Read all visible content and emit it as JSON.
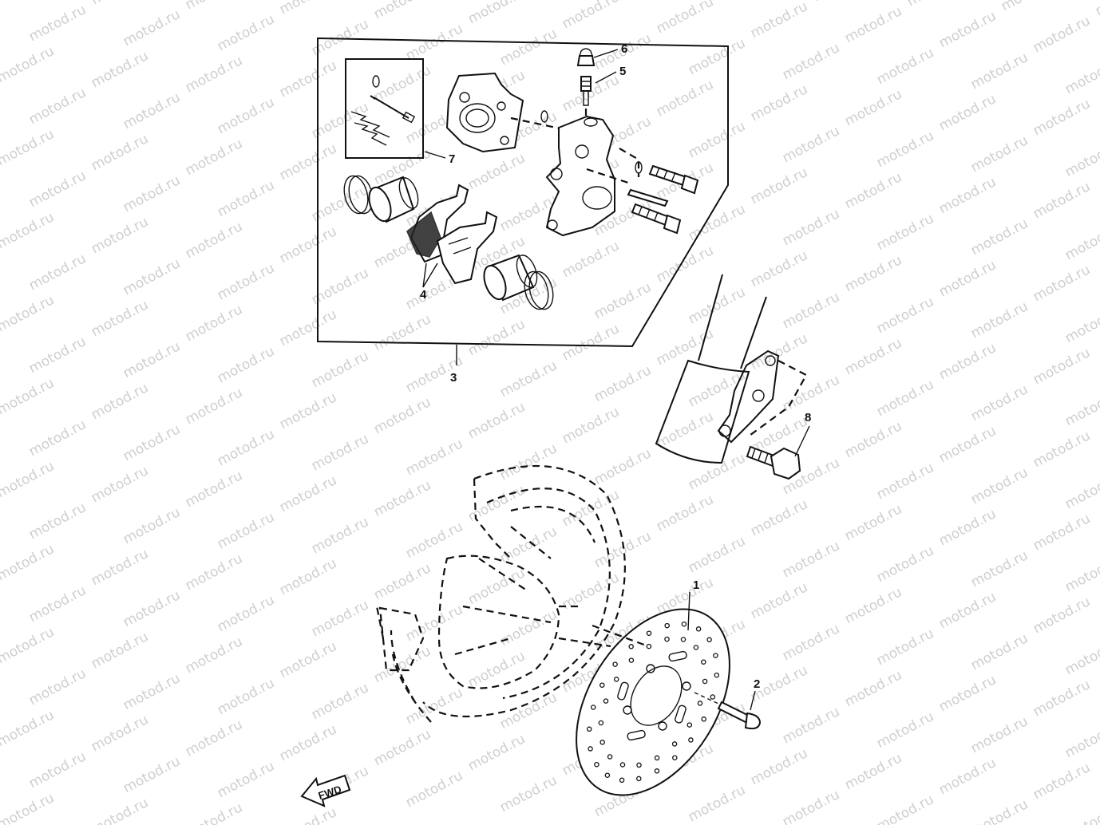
{
  "watermark": {
    "text": "motod.ru"
  },
  "callouts": {
    "disc": "1",
    "disc_bolt": "2",
    "caliper_assy": "3",
    "pad_kit": "4",
    "bleed_screw": "5",
    "bleed_cap": "6",
    "seal_kit": "7",
    "caliper_bolt": "8"
  },
  "fwd_arrow": {
    "label": "FWD"
  },
  "colors": {
    "line": "#111111",
    "background": "#ffffff",
    "watermark": "#cfcfcf"
  }
}
